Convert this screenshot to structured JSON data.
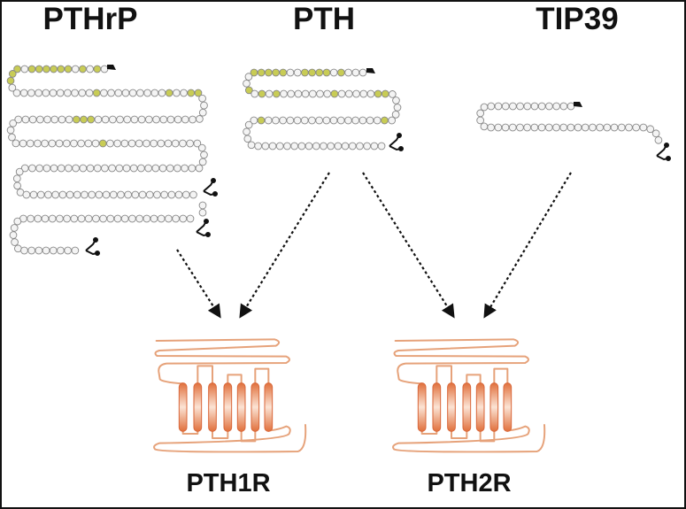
{
  "ligands": [
    {
      "name": "PTHrP"
    },
    {
      "name": "PTH"
    },
    {
      "name": "TIP39"
    }
  ],
  "receptors": [
    {
      "name": "PTH1R"
    },
    {
      "name": "PTH2R"
    }
  ],
  "colors": {
    "bead_fill": "#f4f4f4",
    "bead_stroke": "#888888",
    "bead_highlight": "#c8cc55",
    "receptor_stroke": "#e6a27a",
    "helix": "#e0703c",
    "arrow": "#111111"
  }
}
